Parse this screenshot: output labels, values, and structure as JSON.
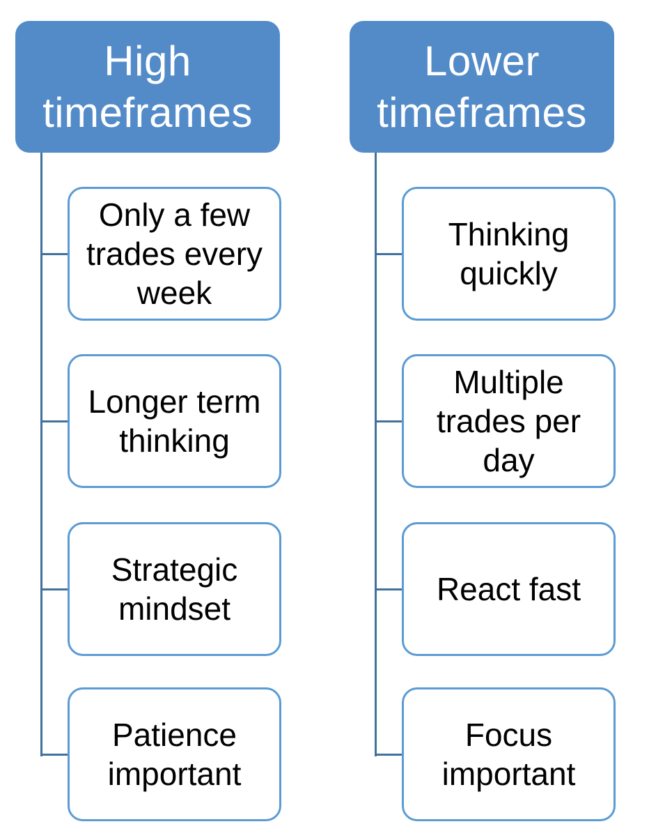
{
  "diagram": {
    "type": "hierarchy-list",
    "columns": [
      {
        "header": "High timeframes",
        "items": [
          "Only a few trades every week",
          "Longer term thinking",
          "Strategic mindset",
          "Patience important"
        ]
      },
      {
        "header": "Lower timeframes",
        "items": [
          "Thinking quickly",
          "Multiple trades per day",
          "React fast",
          "Focus important"
        ]
      }
    ],
    "colors": {
      "header_fill": "#538BC9",
      "header_text": "#FFFFFF",
      "item_border": "#5B9BD5",
      "item_text": "#000000",
      "connector": "#41719C",
      "background": "#FFFFFF"
    }
  }
}
